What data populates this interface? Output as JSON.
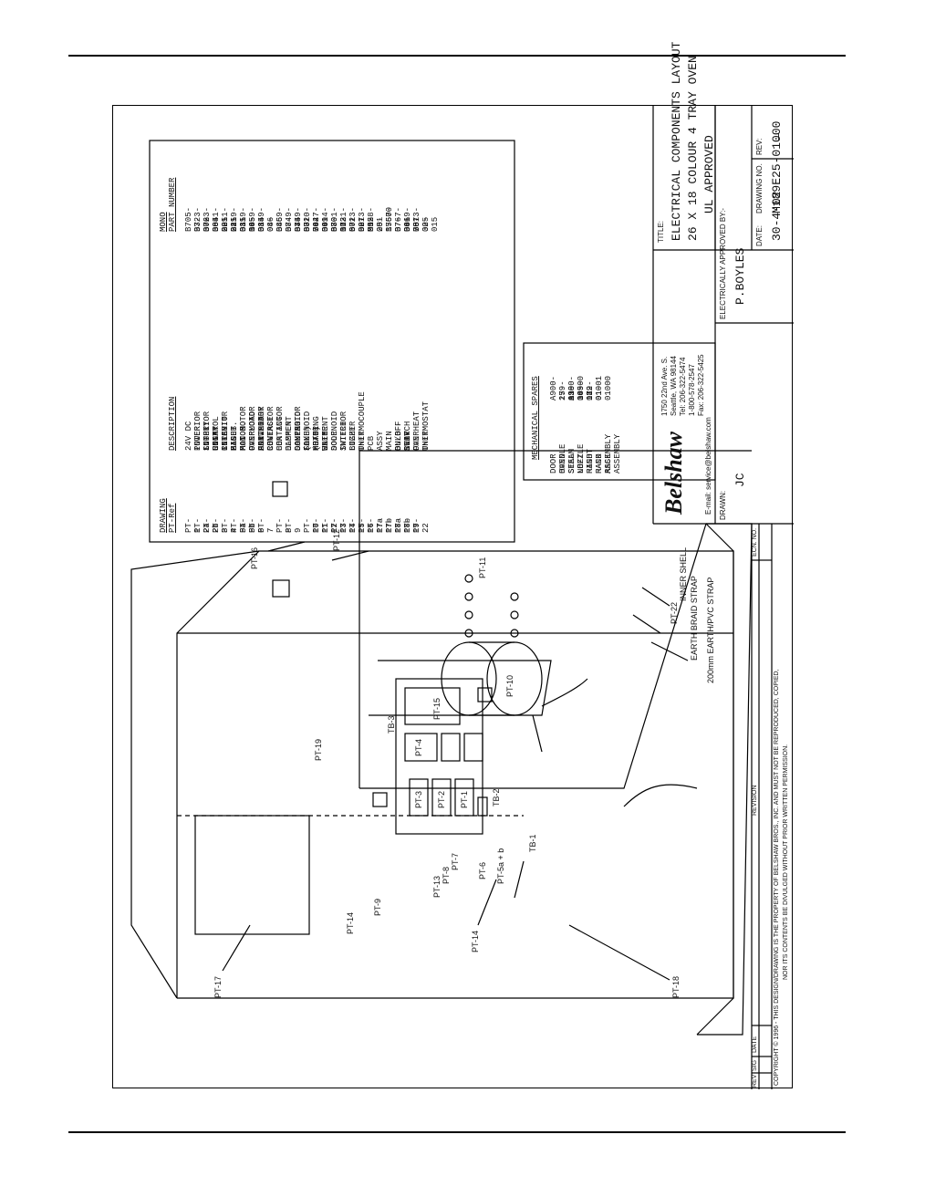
{
  "parts_table": {
    "headers": {
      "ref_line1": "DRAWING",
      "ref_line2": "PT-Ref",
      "desc": "DESCRIPTION",
      "part_line1": "MONO",
      "part_line2": "PART NUMBER"
    },
    "rows": [
      {
        "ref": "PT-1",
        "desc": "24V DC POWER SUPPLY UNIT",
        "part": "B705-93-006"
      },
      {
        "ref": "PT-2a",
        "desc": "INTERIOR LIGHT RELAY",
        "part": "B723-37-004"
      },
      {
        "ref": "PT-2b",
        "desc": "INTERIOR LIGHT RELAY BASE",
        "part": "B723-36-001"
      },
      {
        "ref": "PT-3",
        "desc": "CONTROL CIRCUIT M.C.B.",
        "part": "B851-22-011"
      },
      {
        "ref": "PT-4",
        "desc": "INTERIOR LIGHT M.C.B.",
        "part": "B851-22-011"
      },
      {
        "ref": "PT-5a",
        "desc": "FAN MOTOR OVERLOAD UNIT",
        "part": "B859-03-005"
      },
      {
        "ref": "PT-5b",
        "desc": "FAN MOTOR OVERLOAD AUXILIARY CONTACT",
        "part": "B859-14-014"
      },
      {
        "ref": "PT-6",
        "desc": "FAN MOTOR FORWARD CONTACTOR",
        "part": "B859-08-046"
      },
      {
        "ref": "PT-7",
        "desc": "FAN MOTOR REVERSE CONTACTOR",
        "part": "B859-08-046"
      },
      {
        "ref": "",
        "desc": "",
        "part": ""
      },
      {
        "ref": "PT-8",
        "desc": "HEATING ELEMENT CONTACTOR",
        "part": "B859-08-045"
      },
      {
        "ref": "PT-9",
        "desc": "DAMPER SOLENOID (L/H)",
        "part": "B749-83-001"
      },
      {
        "ref": "",
        "desc": "DAMPER SOLENOID (R/H)",
        "part": "B749-83-002"
      },
      {
        "ref": "PT-10",
        "desc": "FAN MOTOR UNIT",
        "part": "B720-74-001"
      },
      {
        "ref": "PT-11",
        "desc": "HEATING ELEMENT",
        "part": "B847-04-070"
      },
      {
        "ref": "PT-12",
        "desc": "WATER SOLENOID",
        "part": "B994-83-003"
      },
      {
        "ref": "PT-13",
        "desc": "DOOR SWITCH",
        "part": "B801-11-001"
      },
      {
        "ref": "PT-14",
        "desc": "INTERIOR LIGHT UNIT",
        "part": "B721-67-001"
      },
      {
        "ref": "PT-15",
        "desc": "BUZZER",
        "part": "B723-92-002"
      },
      {
        "ref": "PT-16",
        "desc": "THERMOCOUPLE",
        "part": "B873-95-001"
      },
      {
        "ref": "PT-17a",
        "desc": "PCB ASSY",
        "part": "M158-25-15500"
      },
      {
        "ref": "PT-17b",
        "desc": "",
        "part": ""
      },
      {
        "ref": "PT-18a",
        "desc": "MAIN ON/OFF SWITCH",
        "part": "B767-07-001"
      },
      {
        "ref": "PT-18b",
        "desc": "BULB 110V",
        "part": "B767-94-001"
      },
      {
        "ref": "PT-19",
        "desc": "REAR FAN UNIT",
        "part": "B869-75-025"
      },
      {
        "ref": "PT-22",
        "desc": "OVERHEAT THERMOSTAT",
        "part": "B873-30-015"
      }
    ]
  },
  "spares": {
    "title": "MECHANICAL SPARES",
    "rows": [
      {
        "desc": "DOOR HANDLE",
        "part": "A900-27-118"
      },
      {
        "desc": "OVEN SEAL",
        "part": "159-03-00500"
      },
      {
        "desc": "STEAM NOZZLE",
        "part": "A900-34-172"
      },
      {
        "desc": "LEFT HAND RACK ASSEMBLY",
        "part": "189-01-01001"
      },
      {
        "desc": "RIGHT HAND RACK ASSEMBLY",
        "part": "189-01-01000"
      }
    ]
  },
  "company": {
    "logo": "Belshaw",
    "address1": "1750 22nd Ave. S.",
    "address2": "Seattle, WA 98144",
    "tel": "Tel: 206-322-5474",
    "tollfree": "1-800-578-2547",
    "fax": "Fax: 206-322-5425",
    "email": "E-mail: service@belshaw.com"
  },
  "title_block": {
    "title_label": "TITLE:",
    "title_line1": "ELECTRICAL COMPONENTS LAYOUT",
    "title_line2": "26 X 18 COLOUR 4 TRAY OVEN",
    "title_line3": "UL APPROVED",
    "drawn_label": "DRAWN:",
    "drawn_value": "JC",
    "approved_label": "ELECTRICALLY APPROVED BY:-",
    "approved_value": "P.BOYLES",
    "date_label": "DATE:",
    "date_value": "30-4-02",
    "drawing_no_label": "DRAWING NO.",
    "drawing_no_value": "M189E25-01000",
    "rev_label": "REV:",
    "rev_value": "—"
  },
  "revision_block": {
    "rev": "REV",
    "sig": "SIG",
    "date": "DATE",
    "revision": "REVISION",
    "ecn": "ECN. NO.",
    "copyright_line1": "COPYRIGHT © 1996 - THIS DESIGN/DRAWING IS THE PROPERTY OF BELSHAW BROS., INC. AND MUST NOT BE REPRODUCED, COPIED,",
    "copyright_line2": "NOR ITS CONTENTS BE DIVULGED WITHOUT PRIOR WRITTEN PERMISSION."
  },
  "callouts": {
    "pt17": "PT-17",
    "pt18": "PT-18",
    "pt14a": "PT-14",
    "pt14b": "PT-14",
    "pt9": "PT-9",
    "pt13": "PT-13",
    "pt8": "PT-8",
    "pt7": "PT-7",
    "pt6": "PT-6",
    "pt5": "PT-5a + b",
    "tb1": "TB-1",
    "tb2": "TB-2",
    "tb3": "TB-3",
    "pt19": "PT-19",
    "pt1": "PT-1",
    "pt2": "PT-2",
    "pt3": "PT-3",
    "pt4": "PT-4",
    "pt15": "PT-15",
    "pt10": "PT-10",
    "pt11": "PT-11",
    "pt16": "PT-16",
    "pt12": "PT-12",
    "pt22": "PT-22",
    "inner_shell": "INNER SHELL",
    "earth_braid": "EARTH BRAID STRAP",
    "earth_pvc": "200mm EARTH/PVC STRAP"
  }
}
